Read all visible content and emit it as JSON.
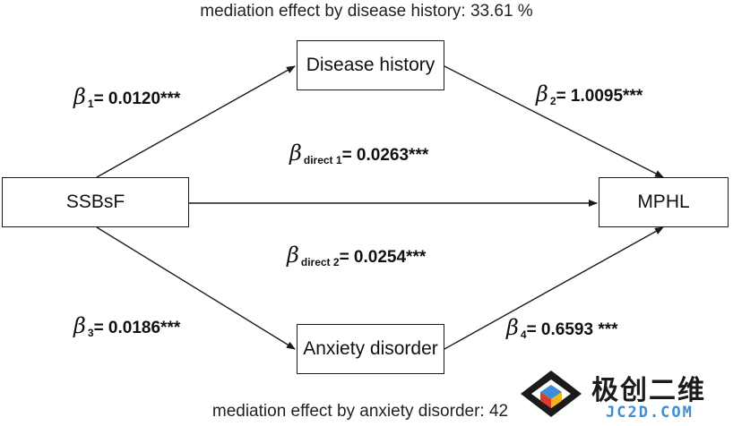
{
  "captions": {
    "top": "mediation effect by disease history: 33.61 %",
    "bottom": "mediation effect by anxiety disorder: 42"
  },
  "nodes": {
    "ssbsf": "SSBsF",
    "mphl": "MPHL",
    "disease_history": "Disease history",
    "anxiety_disorder": "Anxiety disorder"
  },
  "coefficients": {
    "b1": {
      "symbol": "β",
      "sub": "1",
      "value": "= 0.0120***"
    },
    "b2": {
      "symbol": "β",
      "sub": "2",
      "value": "= 1.0095***"
    },
    "direct1": {
      "symbol": "β",
      "sub": "direct 1",
      "value": "= 0.0263***"
    },
    "direct2": {
      "symbol": "β",
      "sub": "direct 2",
      "value": "= 0.0254***"
    },
    "b3": {
      "symbol": "β",
      "sub": "3",
      "value": "= 0.0186***"
    },
    "b4": {
      "symbol": "β",
      "sub": "4",
      "value": "= 0.6593 ***"
    }
  },
  "watermark": {
    "chinese": "极创二维",
    "english": "JC2D.COM",
    "colors": {
      "blue": "#3d8ed8",
      "red": "#e03a2a",
      "yellow": "#f2b418",
      "dark": "#1b1b1b"
    }
  }
}
